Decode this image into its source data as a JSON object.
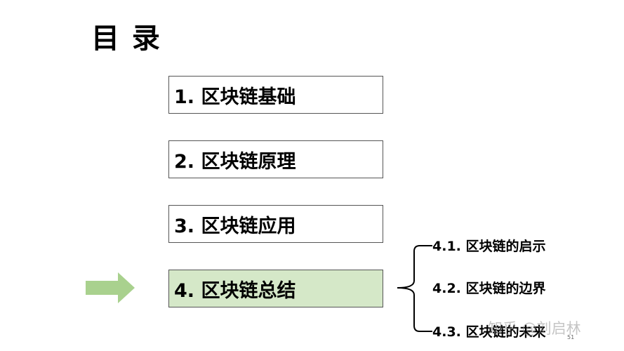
{
  "title": "目 录",
  "items": [
    {
      "label": "1. 区块链基础"
    },
    {
      "label": "2. 区块链原理"
    },
    {
      "label": "3. 区块链应用"
    },
    {
      "label": "4. 区块链总结"
    }
  ],
  "subitems": [
    {
      "label": "4.1. 区块链的启示"
    },
    {
      "label": "4.2. 区块链的边界"
    },
    {
      "label": "4.3. 区块链的未来"
    }
  ],
  "page_number": "51",
  "watermark": "知乎 @刘启林",
  "colors": {
    "active_fill": "#d5e8c8",
    "arrow": "#a9d18e",
    "border": "#555555"
  }
}
